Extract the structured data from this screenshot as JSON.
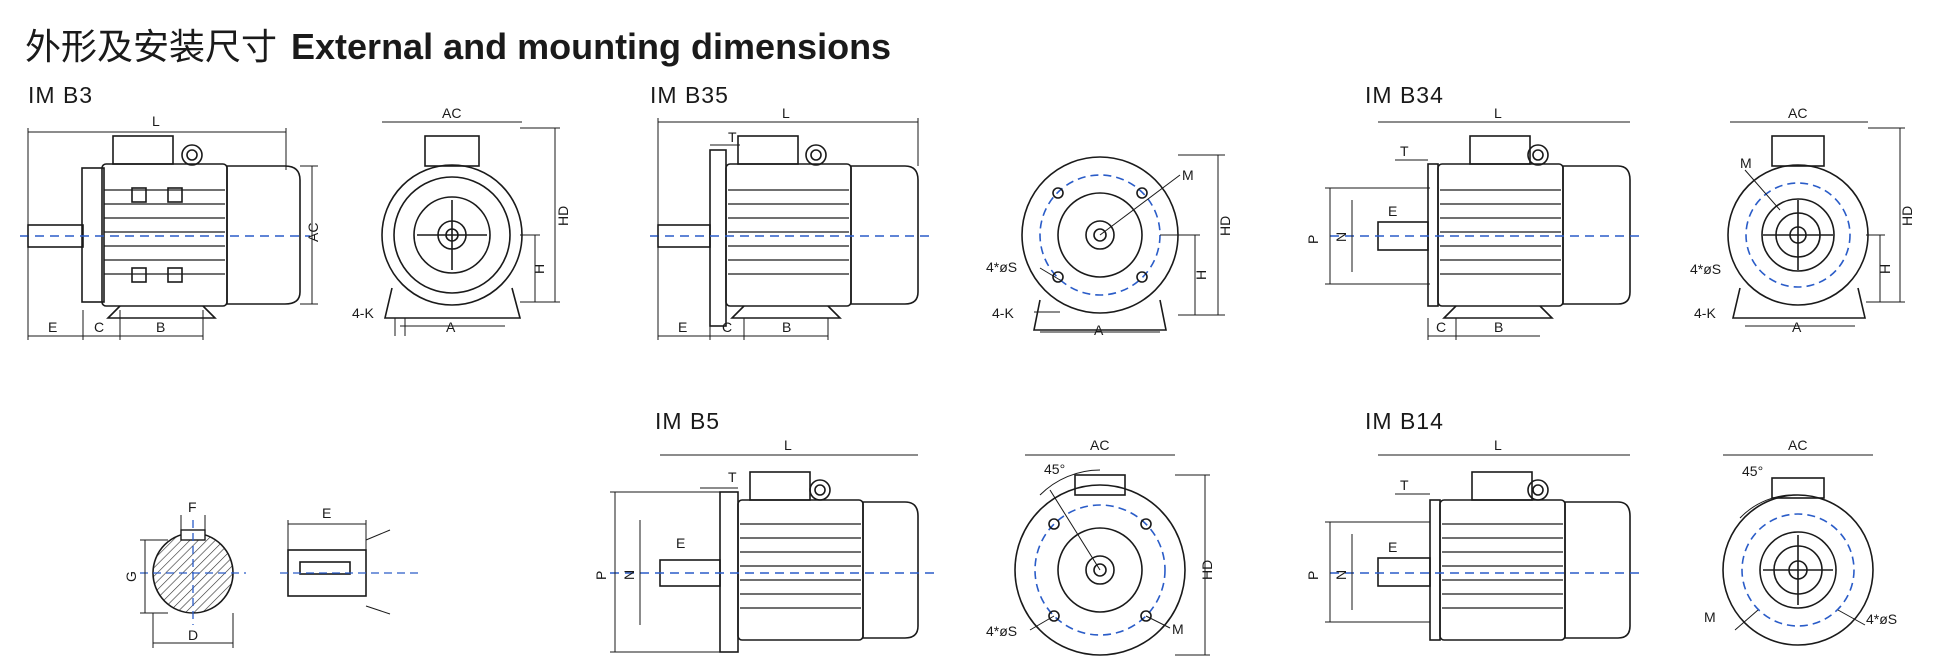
{
  "heading": {
    "chinese": "外形及安装尺寸",
    "english": "External and mounting dimensions"
  },
  "mounting_types": [
    "IM B3",
    "IM B35",
    "IM B34",
    "IM B5",
    "IM B14"
  ],
  "dims": {
    "L": "L",
    "AC": "AC",
    "HD": "HD",
    "H": "H",
    "A": "A",
    "B": "B",
    "C": "C",
    "E": "E",
    "K": "4-K",
    "T": "T",
    "M": "M",
    "S": "4*øS",
    "P": "P",
    "N": "N",
    "F": "F",
    "G": "G",
    "D": "D",
    "angle": "45°"
  },
  "colors": {
    "line": "#1a1a1a",
    "centerline": "#2a5cc8",
    "body": "#ffffff"
  }
}
